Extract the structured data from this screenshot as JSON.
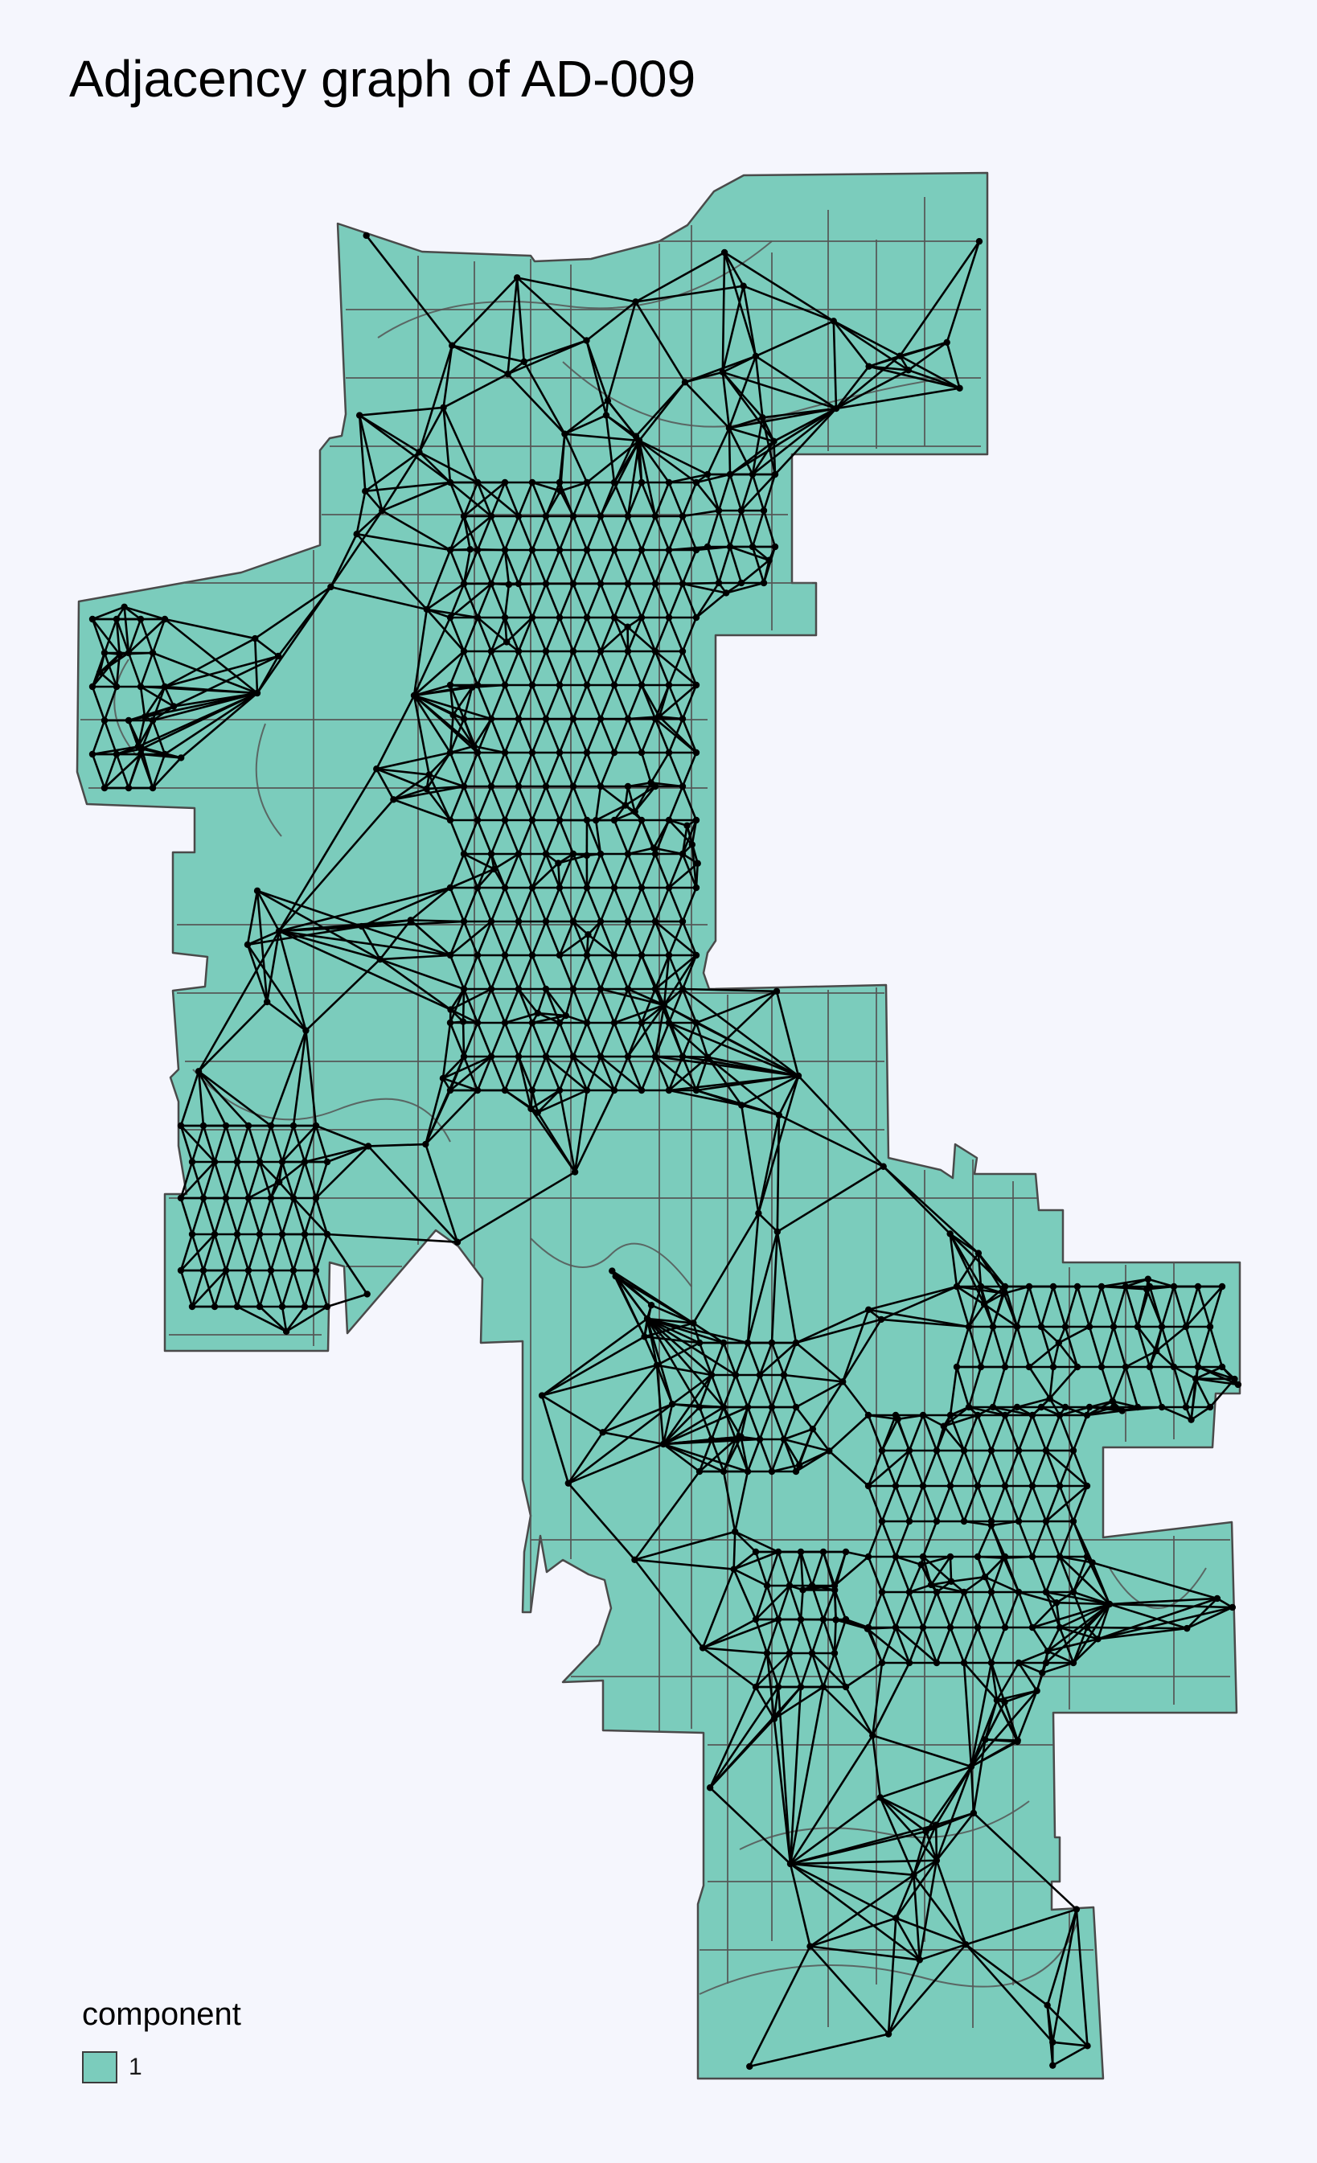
{
  "title": "Adjacency graph of AD-009",
  "legend": {
    "title": "component",
    "items": [
      {
        "label": "1",
        "color": "#7BCCBC"
      }
    ]
  },
  "colors": {
    "background": "#F5F6FD",
    "region_fill": "#7BCCBC",
    "region_border": "#4A4A4A",
    "inner_border": "#555555",
    "edge": "#000000",
    "node": "#000000"
  }
}
